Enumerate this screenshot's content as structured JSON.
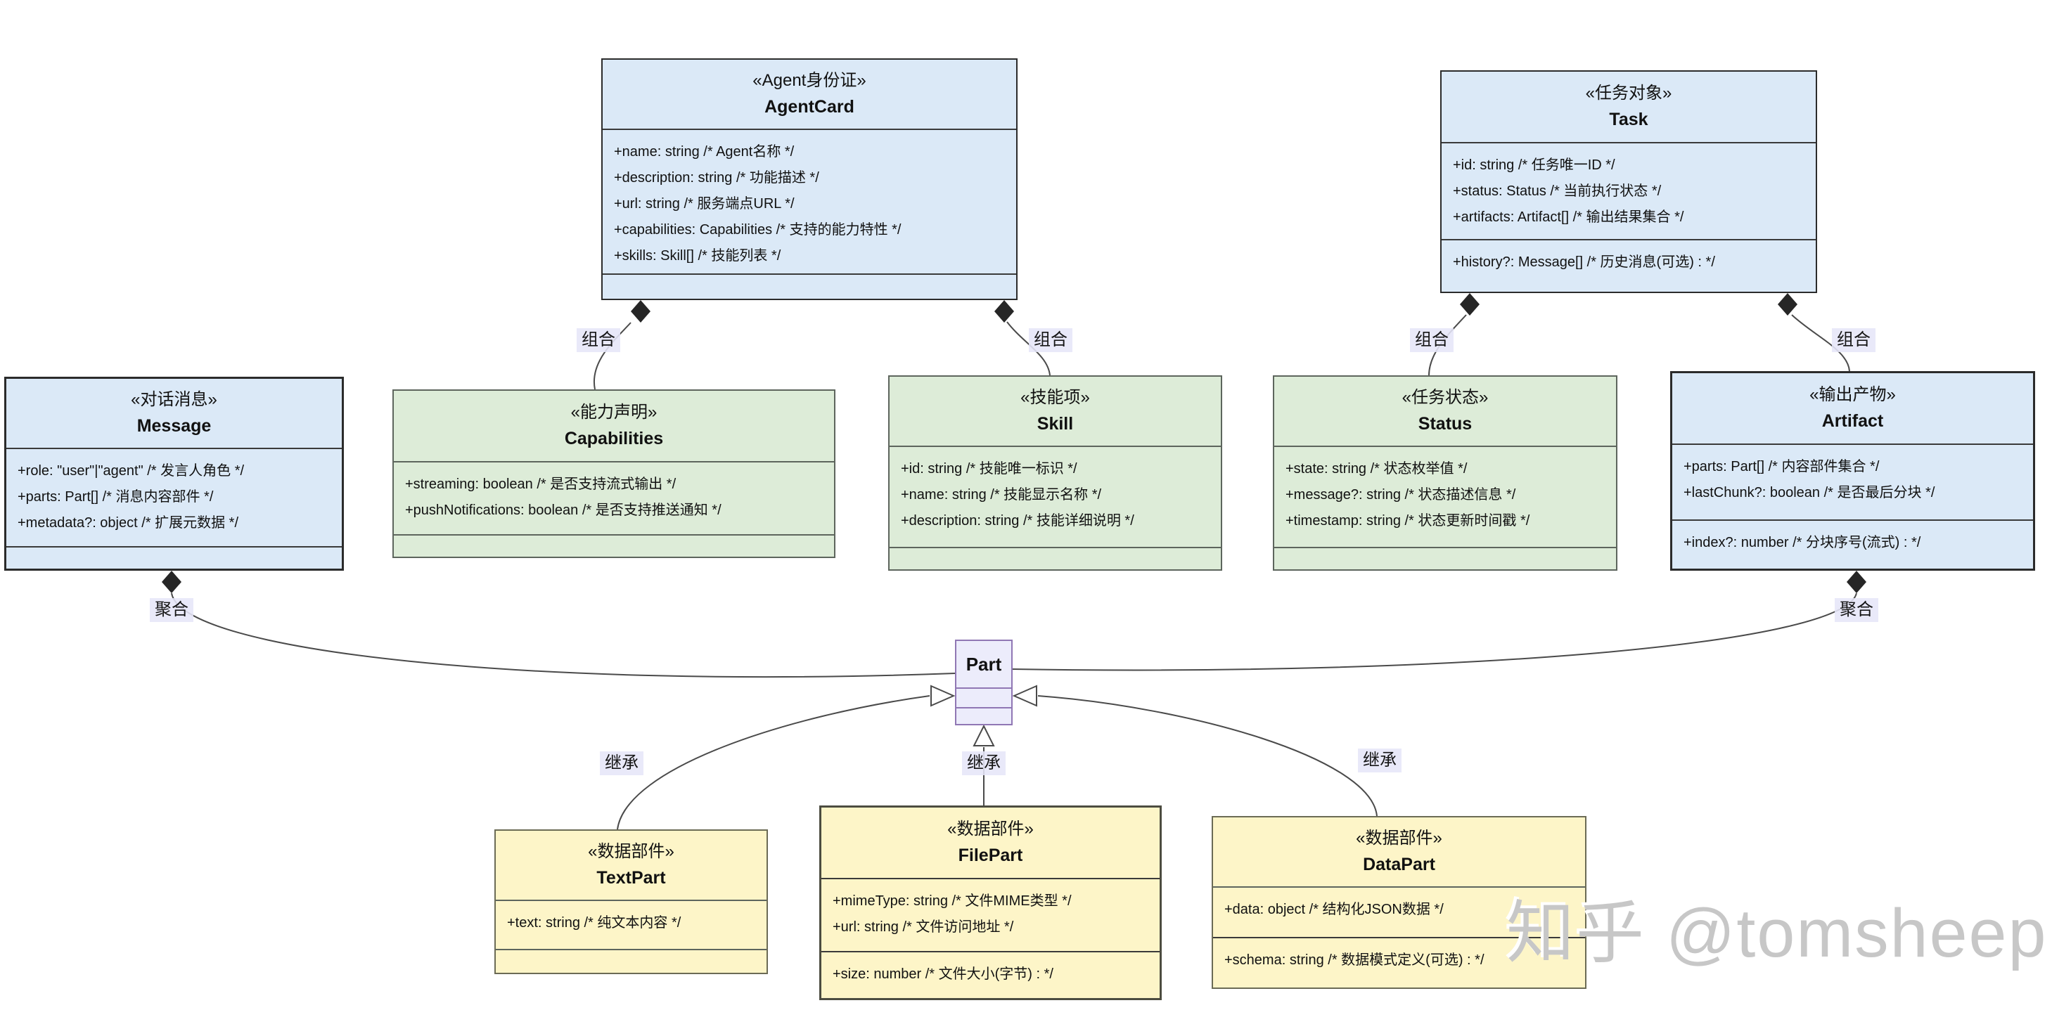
{
  "diagram": {
    "watermark": "知乎 @tomsheep",
    "labels": {
      "composition": "组合",
      "aggregation": "聚合",
      "inheritance": "继承"
    },
    "colors": {
      "class_blue": "#dbe9f7",
      "class_green": "#ddecd8",
      "class_yellow": "#fdf5c8",
      "class_purple": "#ececfb",
      "label_bg": "#e6e6f8",
      "edge": "#4a4a4a"
    }
  },
  "classes": {
    "agentcard": {
      "stereotype": "«Agent身份证»",
      "name": "AgentCard",
      "attrs": [
        "+name: string /* Agent名称 */",
        "+description: string /* 功能描述 */",
        "+url: string /* 服务端点URL */",
        "+capabilities: Capabilities /* 支持的能力特性 */",
        "+skills: Skill[] /* 技能列表 */"
      ]
    },
    "task": {
      "stereotype": "«任务对象»",
      "name": "Task",
      "attrs": [
        "+id: string /* 任务唯一ID */",
        "+status: Status /* 当前执行状态 */",
        "+artifacts: Artifact[] /* 输出结果集合 */"
      ],
      "extra": [
        "+history?: Message[] /* 历史消息(可选) : */"
      ]
    },
    "message": {
      "stereotype": "«对话消息»",
      "name": "Message",
      "attrs": [
        "+role: \"user\"|\"agent\" /* 发言人角色 */",
        "+parts: Part[] /* 消息内容部件 */",
        "+metadata?: object /* 扩展元数据 */"
      ]
    },
    "capabilities": {
      "stereotype": "«能力声明»",
      "name": "Capabilities",
      "attrs": [
        "+streaming: boolean /* 是否支持流式输出 */",
        "+pushNotifications: boolean /* 是否支持推送通知 */"
      ]
    },
    "skill": {
      "stereotype": "«技能项»",
      "name": "Skill",
      "attrs": [
        "+id: string /* 技能唯一标识 */",
        "+name: string /* 技能显示名称 */",
        "+description: string /* 技能详细说明 */"
      ]
    },
    "status": {
      "stereotype": "«任务状态»",
      "name": "Status",
      "attrs": [
        "+state: string /* 状态枚举值 */",
        "+message?: string /* 状态描述信息 */",
        "+timestamp: string /* 状态更新时间戳 */"
      ]
    },
    "artifact": {
      "stereotype": "«输出产物»",
      "name": "Artifact",
      "attrs": [
        "+parts: Part[] /* 内容部件集合 */",
        "+lastChunk?: boolean /* 是否最后分块 */"
      ],
      "extra": [
        "+index?: number /* 分块序号(流式) : */"
      ]
    },
    "part": {
      "name": "Part"
    },
    "textpart": {
      "stereotype": "«数据部件»",
      "name": "TextPart",
      "attrs": [
        "+text: string /* 纯文本内容 */"
      ]
    },
    "filepart": {
      "stereotype": "«数据部件»",
      "name": "FilePart",
      "attrs": [
        "+mimeType: string /* 文件MIME类型 */",
        "+url: string /* 文件访问地址 */"
      ],
      "extra": [
        "+size: number /* 文件大小(字节) : */"
      ]
    },
    "datapart": {
      "stereotype": "«数据部件»",
      "name": "DataPart",
      "attrs": [
        "+data: object /* 结构化JSON数据 */"
      ],
      "extra": [
        "+schema: string /* 数据模式定义(可选) : */"
      ]
    }
  }
}
